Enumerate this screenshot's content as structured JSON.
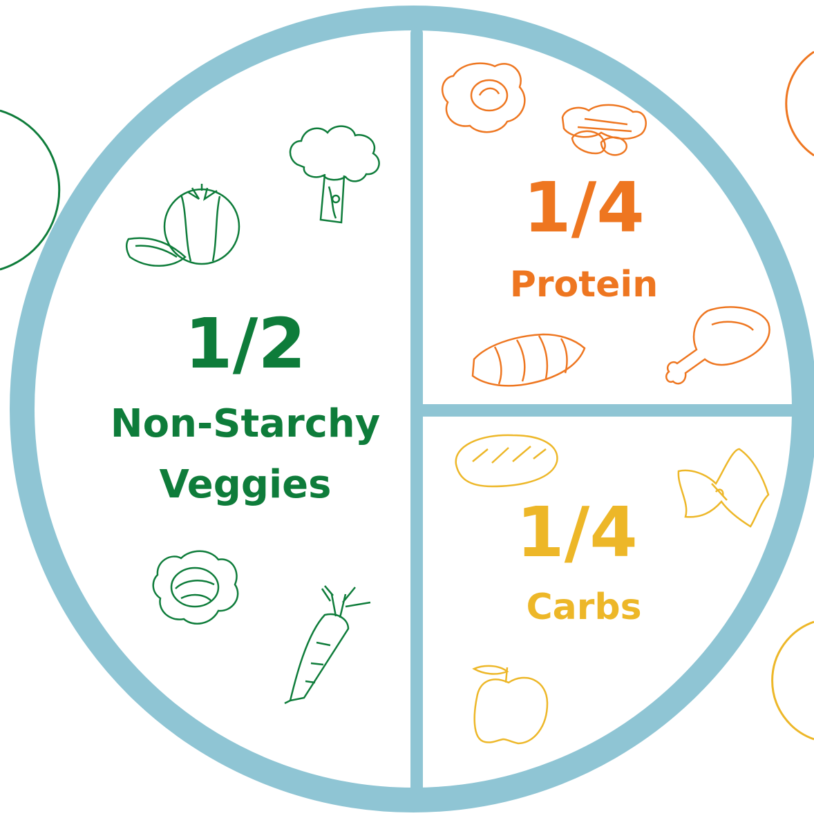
{
  "plate": {
    "colors": {
      "rim": "#8fc5d4",
      "veggies": "#0e7c3a",
      "protein": "#ee7620",
      "carbs": "#edb728"
    },
    "sections": [
      {
        "id": "veggies",
        "fraction": "1/2",
        "name_line1": "Non-Starchy",
        "name_line2": "Veggies",
        "icons": [
          "tomato-icon",
          "broccoli-icon",
          "cabbage-icon",
          "carrot-icon"
        ]
      },
      {
        "id": "protein",
        "fraction": "1/4",
        "name": "Protein",
        "icons": [
          "fried-egg-icon",
          "peanuts-icon",
          "salmon-fillet-icon",
          "chicken-drumstick-icon"
        ]
      },
      {
        "id": "carbs",
        "fraction": "1/4",
        "name": "Carbs",
        "icons": [
          "bread-loaf-icon",
          "bowtie-pasta-icon",
          "apple-icon"
        ]
      }
    ]
  }
}
